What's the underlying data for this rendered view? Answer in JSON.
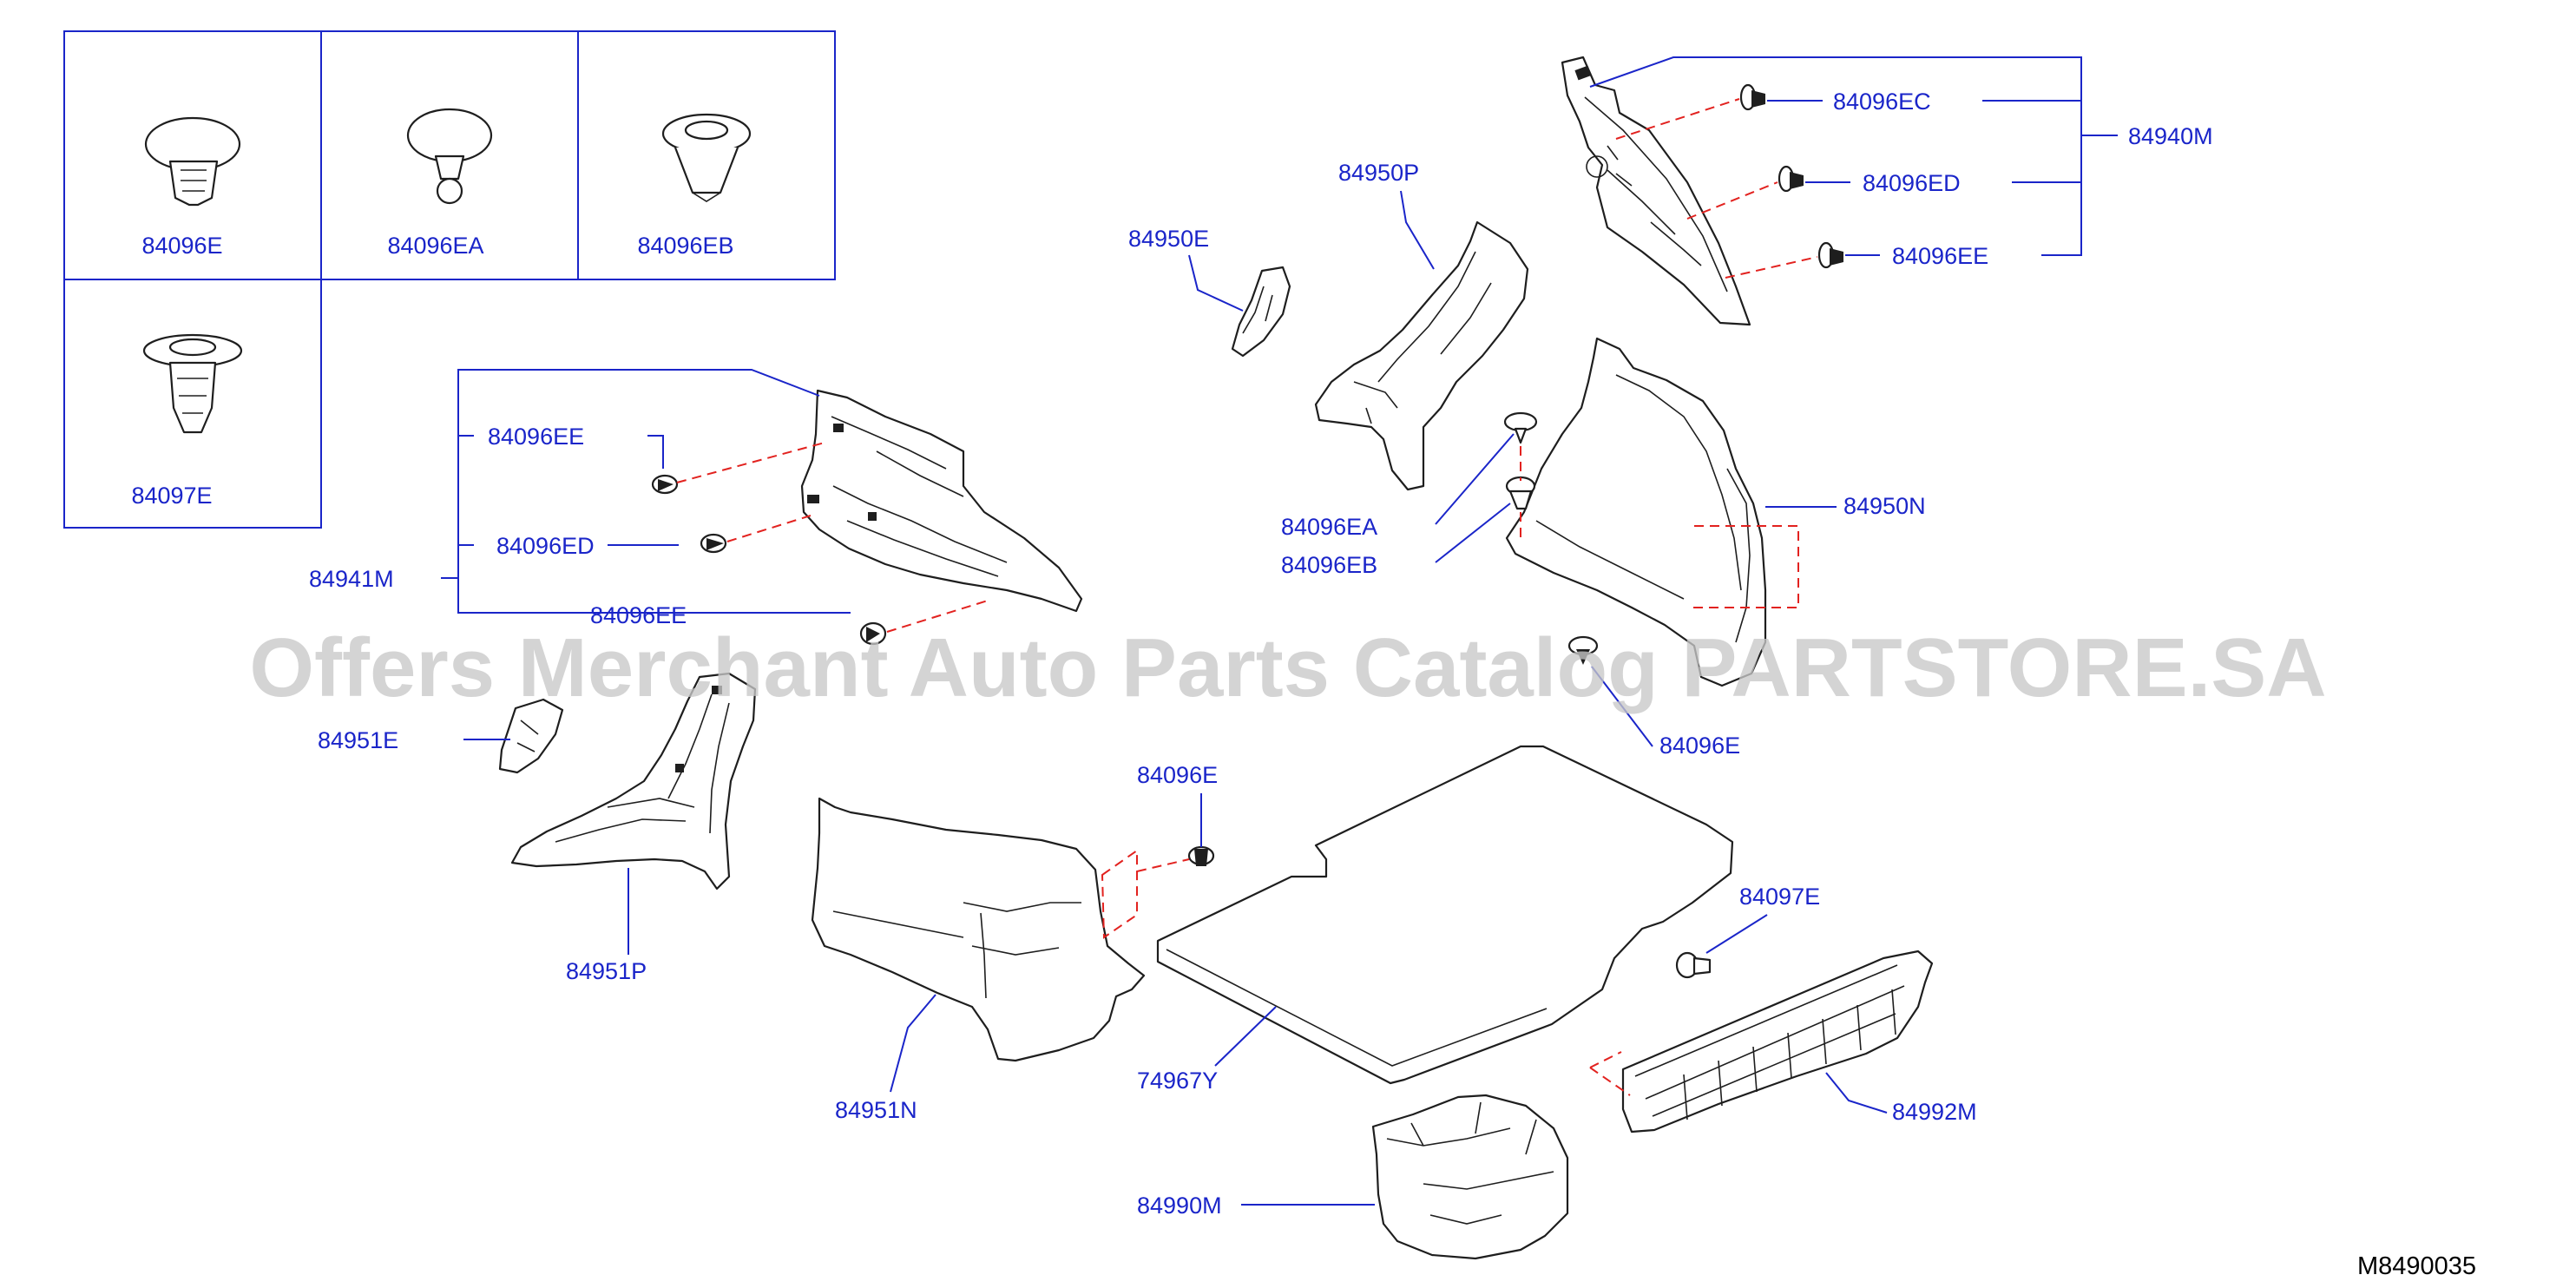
{
  "watermark": "Offers Merchant Auto Parts Catalog PARTSTORE.SA",
  "diagram_ref": "M8490035",
  "legend_box": {
    "clip_1": "84096E",
    "clip_2": "84096EA",
    "clip_3": "84096EB",
    "clip_4": "84097E"
  },
  "callouts": {
    "p84940M": "84940M",
    "p84096EC_r": "84096EC",
    "p84096ED_r": "84096ED",
    "p84096EE_r": "84096EE",
    "p84950P": "84950P",
    "p84950E": "84950E",
    "p84096EA": "84096EA",
    "p84096EB": "84096EB",
    "p84950N": "84950N",
    "p84096E_r": "84096E",
    "p84941M": "84941M",
    "p84096EE_l1": "84096EE",
    "p84096ED_l": "84096ED",
    "p84096EE_l2": "84096EE",
    "p84951E": "84951E",
    "p84951P": "84951P",
    "p84096E_c": "84096E",
    "p84951N": "84951N",
    "p74967Y": "74967Y",
    "p84097E": "84097E",
    "p84992M": "84992M",
    "p84990M": "84990M"
  },
  "colors": {
    "label_blue": "#1a25c9",
    "dash_red": "#e2221f",
    "line_black": "#1e1e1e",
    "watermark_grey": "#c8c8c8"
  }
}
